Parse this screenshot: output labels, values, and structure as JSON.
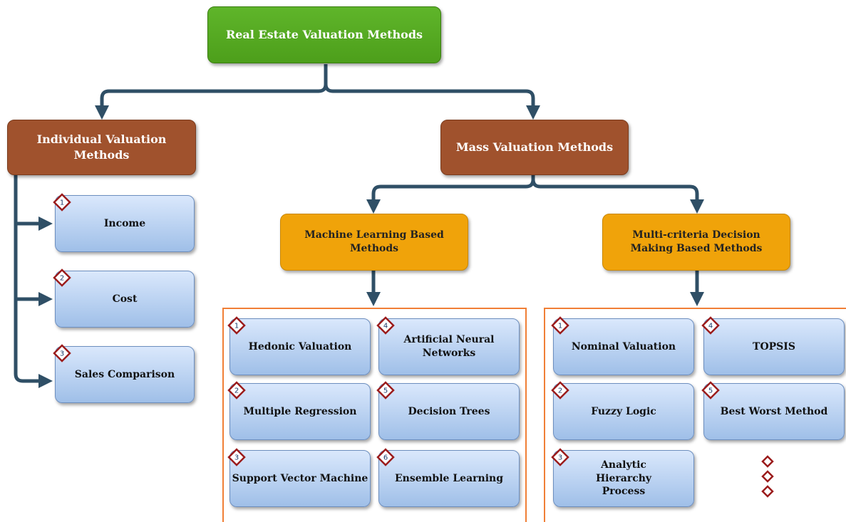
{
  "root": {
    "label": "Real Estate Valuation Methods"
  },
  "individual": {
    "label": "Individual Valuation Methods",
    "items": [
      {
        "num": "1",
        "label": "Income"
      },
      {
        "num": "2",
        "label": "Cost"
      },
      {
        "num": "3",
        "label": "Sales Comparison"
      }
    ]
  },
  "mass": {
    "label": "Mass Valuation Methods"
  },
  "ml": {
    "label": "Machine Learning Based Methods",
    "items": [
      {
        "num": "1",
        "label": "Hedonic Valuation"
      },
      {
        "num": "2",
        "label": "Multiple Regression"
      },
      {
        "num": "3",
        "label": "Support Vector Machine"
      },
      {
        "num": "4",
        "label": "Artificial Neural Networks"
      },
      {
        "num": "5",
        "label": "Decision Trees"
      },
      {
        "num": "6",
        "label": "Ensemble Learning"
      }
    ]
  },
  "mcdm": {
    "label": "Multi-criteria Decision Making Based Methods",
    "items": [
      {
        "num": "1",
        "label": "Nominal Valuation"
      },
      {
        "num": "2",
        "label": "Fuzzy Logic"
      },
      {
        "num": "3",
        "label": "Analytic Hierarchy Process"
      },
      {
        "num": "4",
        "label": "TOPSIS"
      },
      {
        "num": "5",
        "label": "Best Worst Method"
      }
    ]
  },
  "colors": {
    "root": "#5aaf24",
    "category": "#a0522d",
    "subcategory": "#f0a30a",
    "leaf": "#b8d0f0",
    "connector": "#2f4f66",
    "panel_border": "#f07f36",
    "badge": "#9b1c1c"
  }
}
